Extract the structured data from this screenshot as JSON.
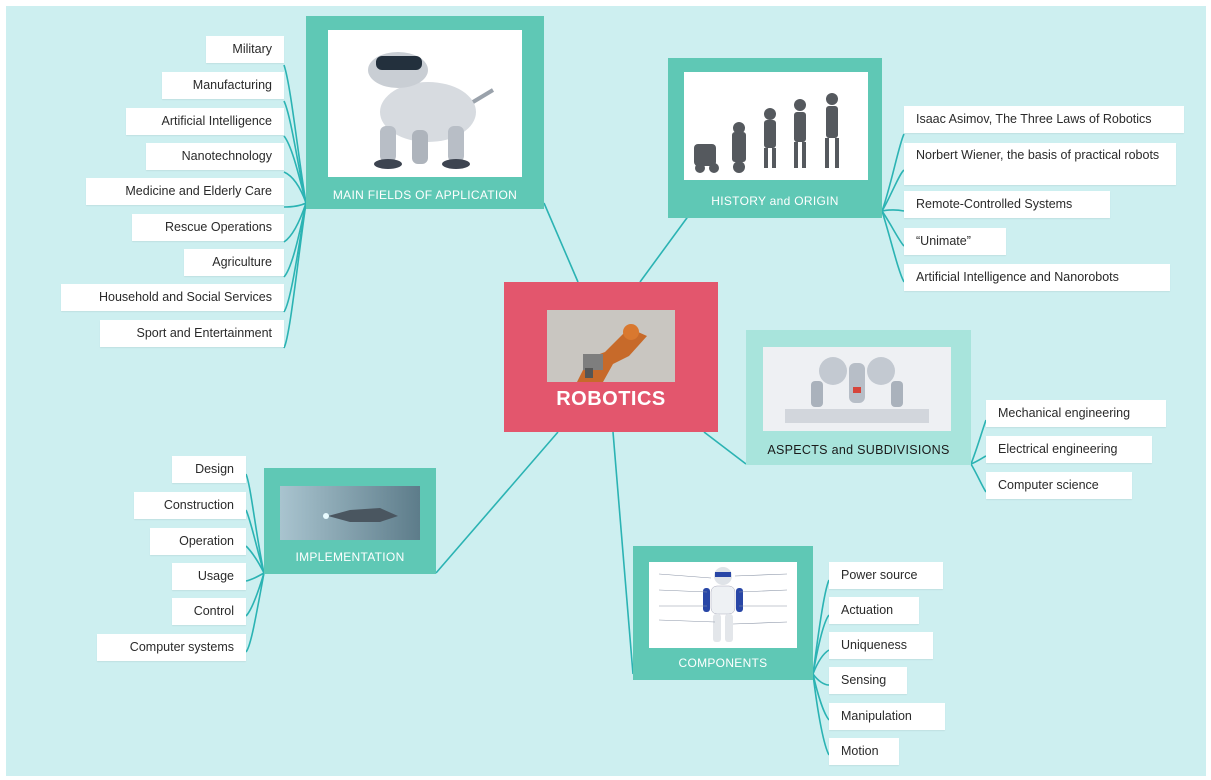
{
  "central_topic": "ROBOTICS",
  "colors": {
    "background": "#cdeff0",
    "central": "#e3566d",
    "branch": "#5fc8b5",
    "branch_light": "#a8e4dc",
    "connector": "#2bb3b3"
  },
  "branches": {
    "main_fields": {
      "title": "MAIN FIELDS OF APPLICATION",
      "icon": "robot-dog-image",
      "items": [
        "Military",
        "Manufacturing",
        "Artificial Intelligence",
        "Nanotechnology",
        "Medicine and Elderly Care",
        "Rescue Operations",
        "Agriculture",
        "Household and Social Services",
        "Sport and Entertainment"
      ]
    },
    "history": {
      "title": "HISTORY and ORIGIN",
      "icon": "robot-evolution-image",
      "items": [
        "Isaac Asimov, The Three Laws of Robotics",
        "Norbert Wiener, the basis of practical robots",
        "Remote-Controlled Systems",
        "“Unimate”",
        "Artificial Intelligence and Nanorobots"
      ]
    },
    "aspects": {
      "title": "ASPECTS and SUBDIVISIONS",
      "icon": "industrial-robot-arms-image",
      "items": [
        "Mechanical engineering",
        "Electrical engineering",
        "Computer science"
      ]
    },
    "implementation": {
      "title": "IMPLEMENTATION",
      "icon": "robotic-hand-image",
      "items": [
        "Design",
        "Construction",
        "Operation",
        "Usage",
        "Control",
        "Computer systems"
      ]
    },
    "components": {
      "title": "COMPONENTS",
      "icon": "humanoid-robot-diagram-image",
      "items": [
        "Power source",
        "Actuation",
        "Uniqueness",
        "Sensing",
        "Manipulation",
        "Motion"
      ]
    }
  }
}
